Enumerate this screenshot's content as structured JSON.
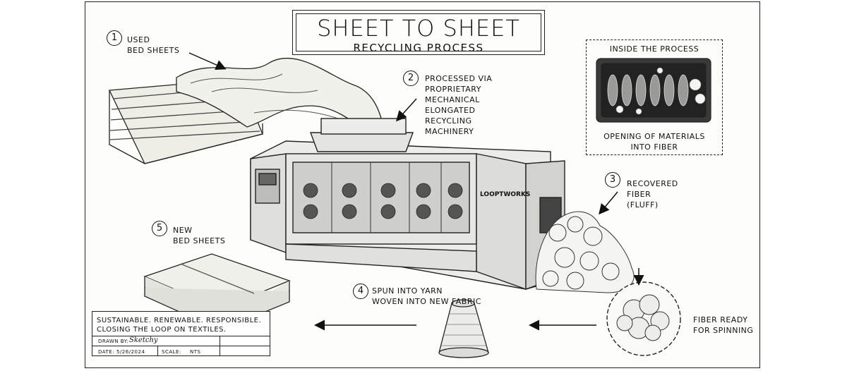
{
  "title": "SHEET TO SHEET",
  "subtitle": "RECYCLING PROCESS",
  "steps": [
    {
      "num": "1",
      "text": "USED\nBED SHEETS"
    },
    {
      "num": "2",
      "text": "PROCESSED VIA\nPROPRIETARY\nMECHANICAL\nELONGATED\nRECYCLING\nMACHINERY"
    },
    {
      "num": "3",
      "text": "RECOVERED\nFIBER\n(FLUFF)"
    },
    {
      "num": "4",
      "text": "SPUN INTO YARN\nWOVEN INTO NEW FABRIC"
    },
    {
      "num": "5",
      "text": "NEW\nBED SHEETS"
    }
  ],
  "inset": {
    "title": "INSIDE THE PROCESS",
    "caption": "OPENING OF MATERIALS\nINTO FIBER"
  },
  "fiber_ready": "FIBER READY\nFOR SPINNING",
  "machine_brand": "LOOPTWORKS",
  "footer": {
    "tagline": "SUSTAINABLE. RENEWABLE. RESPONSIBLE.\nCLOSING THE LOOP ON TEXTILES.",
    "drawn_by_label": "DRAWN BY:",
    "drawn_by": "Sketchy",
    "date_label": "DATE:",
    "date": "5/26/2024",
    "scale_label": "SCALE:",
    "scale": "NTS"
  },
  "icons": [
    "recycle-icon"
  ]
}
